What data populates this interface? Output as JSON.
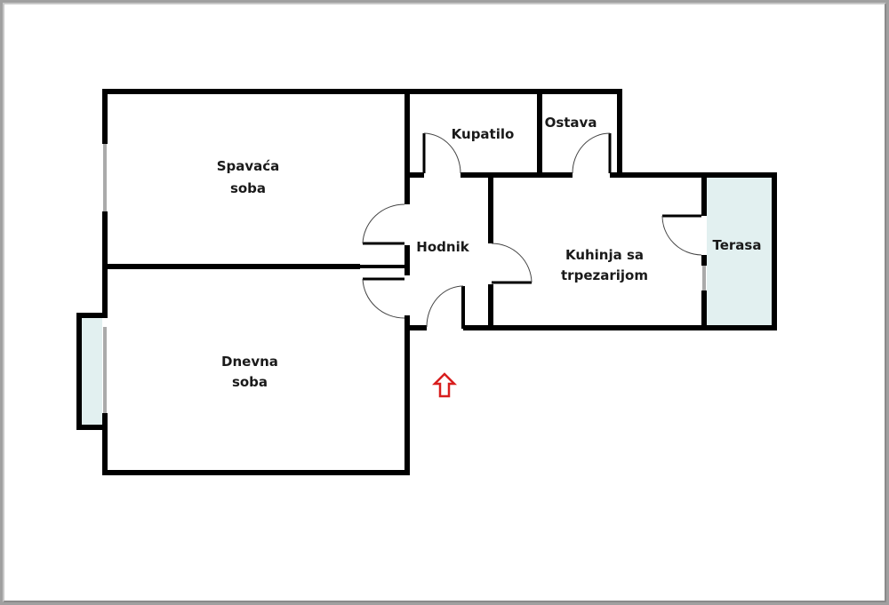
{
  "floorplan": {
    "rooms": {
      "bedroom": {
        "line1": "Spavaća",
        "line2": "soba"
      },
      "bathroom": {
        "label": "Kupatilo"
      },
      "storage": {
        "label": "Ostava"
      },
      "hallway": {
        "label": "Hodnik"
      },
      "kitchen": {
        "line1": "Kuhinja sa",
        "line2": "trpezarijom"
      },
      "terrace": {
        "label": "Terasa"
      },
      "living": {
        "line1": "Dnevna",
        "line2": "soba"
      }
    },
    "entrance_marker": "entrance-arrow",
    "colors": {
      "wall": "#000000",
      "terrace_fill": "#e2f0f0",
      "entrance_arrow": "#d81e1e",
      "frame": "#a0a0a0"
    }
  }
}
